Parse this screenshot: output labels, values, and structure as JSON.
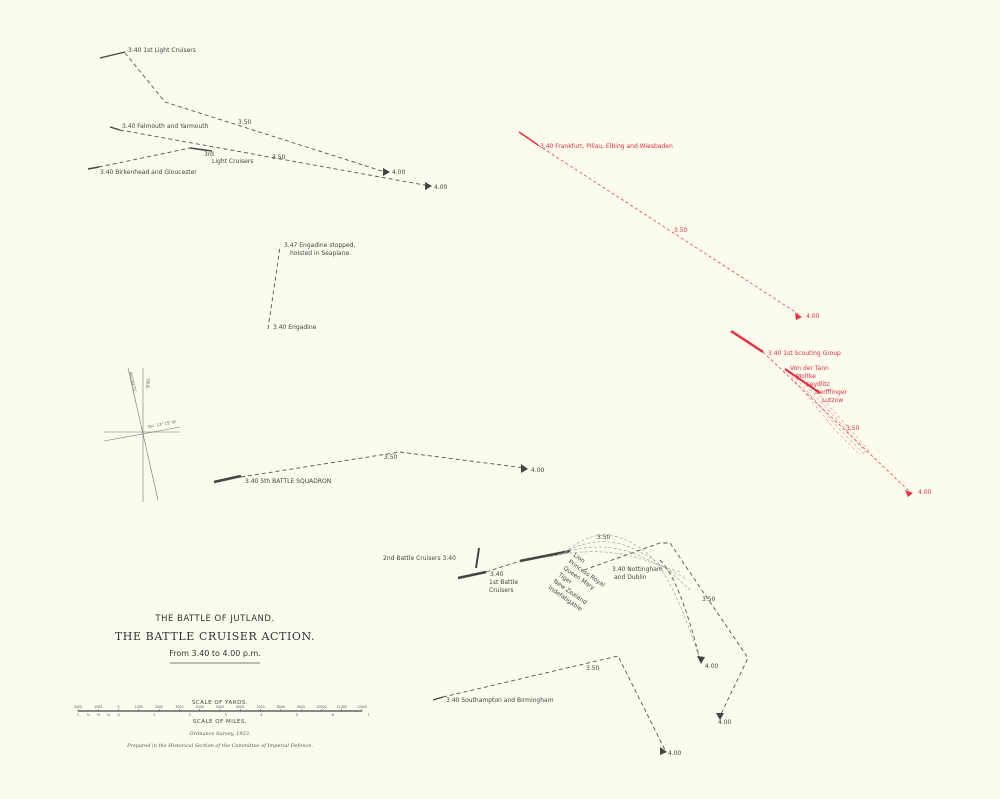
{
  "title": {
    "line1": "THE BATTLE OF JUTLAND.",
    "line2": "THE BATTLE CRUISER ACTION.",
    "line3": "From 3.40 to 4.00 p.m."
  },
  "colors": {
    "british": "#444444",
    "german": "#e83040",
    "paper": "#fbfbee"
  },
  "british": {
    "light_cruisers_1": {
      "label": "3.40 1st Light Cruisers",
      "mid": "3.50",
      "end": "4.00"
    },
    "falmouth": {
      "label": "3.40 Falmouth and Yarmouth",
      "mid": "3.50",
      "end": "4.00"
    },
    "birkenhead": {
      "label": "3.40 Birkenhead and Gloucester"
    },
    "light_cruisers_3": {
      "label_a": "3rd",
      "label_b": "Light Cruisers"
    },
    "engadine": {
      "start": "3.40 Engadine",
      "stop_a": "3.47 Engadine stopped,",
      "stop_b": "hoisted in Seaplane."
    },
    "fifth_bs": {
      "label": "3.40 5th BATTLE SQUADRON",
      "mid": "3.50",
      "end": "4.00"
    },
    "second_bc": {
      "label": "2nd Battle Cruisers 3.40"
    },
    "first_bc": {
      "label_a": "3.40",
      "label_b": "1st Battle",
      "label_c": "Cruisers",
      "ships": [
        "Lion",
        "Princess Royal",
        "Queen Mary",
        "Tiger",
        "New Zealand",
        "Indefatigable"
      ],
      "mid": "3.50",
      "end": "4.00"
    },
    "nottingham": {
      "label_a": "3.40 Nottingham",
      "label_b": "and Dublin",
      "mid": "3.50",
      "end": "4.00"
    },
    "southampton": {
      "label": "3.40 Southampton and Birmingham",
      "mid": "3.50",
      "end": "4.00"
    }
  },
  "german": {
    "frankfurt": {
      "label": "3.40 Frankfurt, Pillau, Elbing and Wiesbaden",
      "mid": "3.50",
      "end": "4.00"
    },
    "scouting": {
      "label": "3.40 1st Scouting Group",
      "ships": [
        "Von der Tann",
        "Moltke",
        "Seydlitz",
        "Derfflinger",
        "Lutzow"
      ],
      "mid": "3.50",
      "end": "4.00"
    }
  },
  "compass": {
    "true_label": "TRUE",
    "magnetic_label": "MAGNETIC",
    "variation": "Var. 13° 15' W."
  },
  "scale": {
    "yards_title": "SCALE OF YARDS.",
    "yards_ticks": [
      "2000",
      "1000",
      "0",
      "1000",
      "2000",
      "3000",
      "4000",
      "5000",
      "6000",
      "7000",
      "8000",
      "9000",
      "10000",
      "11000",
      "12000"
    ],
    "miles_title": "SCALE OF MILES.",
    "miles_ticks": [
      "1",
      "¾",
      "½",
      "¼",
      "0",
      "1",
      "2",
      "3",
      "4",
      "5",
      "6",
      "7"
    ]
  },
  "credits": {
    "survey": "Ordnance Survey, 1923.",
    "prepared": "Prepared in the Historical Section of the Committee of Imperial Defence."
  }
}
